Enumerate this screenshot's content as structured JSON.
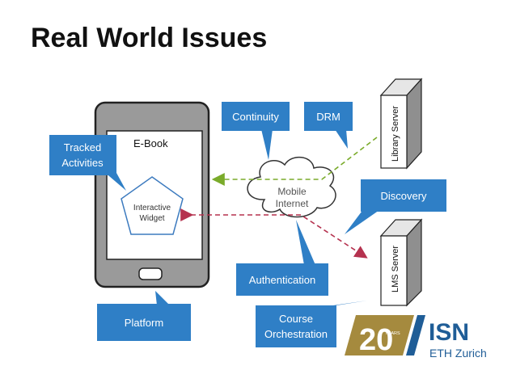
{
  "title": "Real World Issues",
  "device": {
    "app_label": "E-Book",
    "widget_line1": "Interactive",
    "widget_line2": "Widget"
  },
  "cloud": {
    "line1": "Mobile",
    "line2": "Internet"
  },
  "servers": {
    "library": "Library Server",
    "lms": "LMS Server"
  },
  "callouts": {
    "continuity": "Continuity",
    "drm": "DRM",
    "tracked_line1": "Tracked",
    "tracked_line2": "Activities",
    "discovery": "Discovery",
    "authentication": "Authentication",
    "platform": "Platform",
    "course_line1": "Course",
    "course_line2": "Orchestration"
  },
  "logo": {
    "years_number": "20",
    "years_word": "YEARS",
    "org": "ISN",
    "institution": "ETH Zurich"
  },
  "colors": {
    "callout_blue": "#2f7fc6",
    "green_link": "#7aab2a",
    "red_link": "#b5324f",
    "logo_gold": "#a58a3e",
    "logo_blue": "#1f5d97",
    "device_fill": "#9a9a9a",
    "screen_fill": "#ffffff"
  }
}
